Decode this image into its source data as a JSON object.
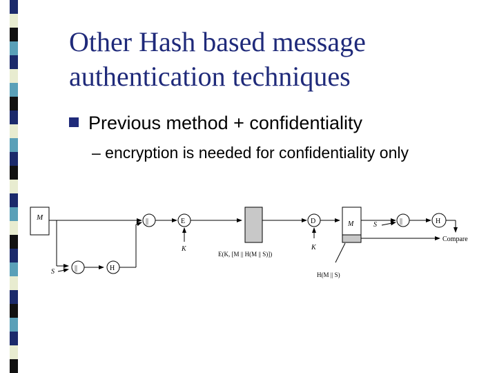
{
  "slide": {
    "title": "Other Hash based message authentication techniques",
    "bullet": {
      "marker": "n",
      "text": "Previous method + confidentiality"
    },
    "sub_bullet": "– encryption is needed for confidentiality only"
  },
  "diagram": {
    "sender_message": "M",
    "secret_left": "S",
    "concat_op": "||",
    "hash_op": "H",
    "encrypt_op": "E",
    "key_left": "K",
    "ciphertext_label": "E(K, [M || H(M || S)])",
    "decrypt_op": "D",
    "key_right": "K",
    "receiver_message": "M",
    "secret_right": "S",
    "concat_right": "||",
    "hash_right": "H",
    "compare_label": "Compare",
    "hash_value_label": "H(M || S)"
  },
  "colors": {
    "title": "#1f2a7a",
    "stripe": [
      "#1b2a6b",
      "#5aa0b8",
      "#e8ecd0",
      "#111111"
    ]
  }
}
